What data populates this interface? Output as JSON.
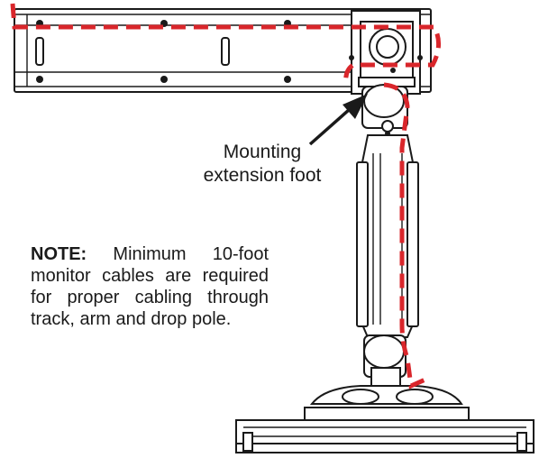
{
  "callout": {
    "line1": "Mounting",
    "line2": "extension foot"
  },
  "note": {
    "label": "NOTE:",
    "text": "Minimum 10-foot monitor cables are required for proper cabling through track, arm and drop pole."
  },
  "colors": {
    "line": "#1a1a1a",
    "cable_route": "#d9262b",
    "metal_fill": "#ffffff",
    "shade": "#e6e6e6"
  }
}
